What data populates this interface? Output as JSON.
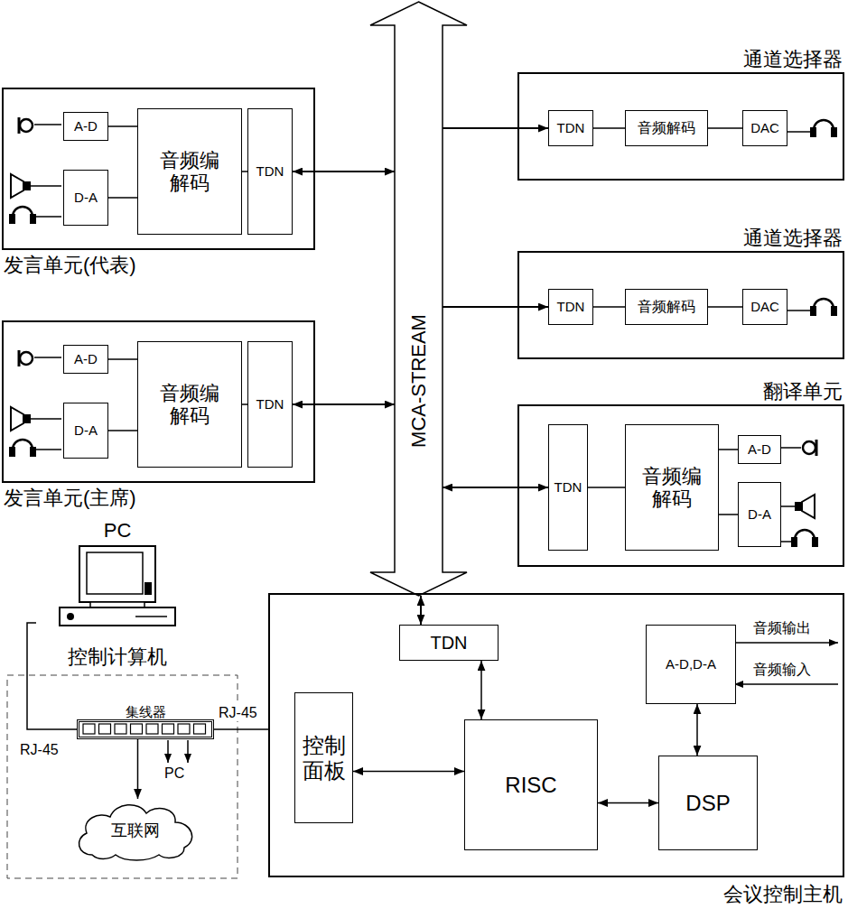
{
  "diagram": {
    "nodes": [
      {
        "text": [
          "发言单元(代表)"
        ]
      },
      {
        "text": [
          "A-D"
        ],
        "in": 0
      },
      {
        "text": [
          "D-A"
        ],
        "in": 0
      },
      {
        "text": [
          "音频编解码"
        ],
        "in": 0
      },
      {
        "text": [
          "TDN"
        ],
        "in": 0
      },
      {
        "text": [
          "发言单元(主席)"
        ]
      },
      {
        "text": [
          "A-D"
        ],
        "in": 5
      },
      {
        "text": [
          "D-A"
        ],
        "in": 5
      },
      {
        "text": [
          "音频编解码"
        ],
        "in": 5
      },
      {
        "text": [
          "TDN"
        ],
        "in": 5
      },
      {
        "text": [
          "MCA-STREAM"
        ]
      },
      {
        "text": [
          "通道选择器"
        ]
      },
      {
        "text": [
          "TDN"
        ],
        "in": 11
      },
      {
        "text": [
          "音频解码"
        ],
        "in": 11
      },
      {
        "text": [
          "DAC"
        ],
        "in": 11
      },
      {
        "text": [
          "通道选择器"
        ]
      },
      {
        "text": [
          "TDN"
        ],
        "in": 15
      },
      {
        "text": [
          "音频解码"
        ],
        "in": 15
      },
      {
        "text": [
          "DAC"
        ],
        "in": 15
      },
      {
        "text": [
          "翻译单元"
        ]
      },
      {
        "text": [
          "TDN"
        ],
        "in": 19
      },
      {
        "text": [
          "音频编解码"
        ],
        "in": 19
      },
      {
        "text": [
          "A-D"
        ],
        "in": 19
      },
      {
        "text": [
          "D-A"
        ],
        "in": 19
      },
      {
        "text": [
          "会议控制主机"
        ]
      },
      {
        "text": [
          "TDN"
        ],
        "in": 24
      },
      {
        "text": [
          "控制面板"
        ],
        "in": 24
      },
      {
        "text": [
          "RISC"
        ],
        "in": 24
      },
      {
        "text": [
          "A-D,D-A"
        ],
        "in": 24
      },
      {
        "text": [
          "DSP"
        ],
        "in": 24
      },
      {
        "text": [
          "集线器"
        ]
      },
      {
        "text": [
          "互联网"
        ]
      },
      {
        "text": [
          "PC",
          "控制计算机"
        ]
      }
    ],
    "edges": [
      {
        "from": 1,
        "to": 3,
        "arrow": "none"
      },
      {
        "from": 2,
        "to": 3,
        "arrow": "none"
      },
      {
        "from": 3,
        "to": 4,
        "arrow": "none"
      },
      {
        "from": 4,
        "to": 10,
        "arrow": "both"
      },
      {
        "from": 6,
        "to": 8,
        "arrow": "none"
      },
      {
        "from": 7,
        "to": 8,
        "arrow": "none"
      },
      {
        "from": 8,
        "to": 9,
        "arrow": "none"
      },
      {
        "from": 9,
        "to": 10,
        "arrow": "both"
      },
      {
        "from": 10,
        "to": 12,
        "arrow": "to"
      },
      {
        "from": 12,
        "to": 13,
        "arrow": "none"
      },
      {
        "from": 13,
        "to": 14,
        "arrow": "none"
      },
      {
        "from": 10,
        "to": 16,
        "arrow": "to"
      },
      {
        "from": 16,
        "to": 17,
        "arrow": "none"
      },
      {
        "from": 17,
        "to": 18,
        "arrow": "none"
      },
      {
        "from": 10,
        "to": 20,
        "arrow": "both"
      },
      {
        "from": 20,
        "to": 21,
        "arrow": "none"
      },
      {
        "from": 21,
        "to": 22,
        "arrow": "none"
      },
      {
        "from": 21,
        "to": 23,
        "arrow": "none"
      },
      {
        "from": 10,
        "to": 25,
        "arrow": "both"
      },
      {
        "from": 25,
        "to": 27,
        "arrow": "both"
      },
      {
        "from": 26,
        "to": 27,
        "arrow": "both"
      },
      {
        "from": 27,
        "to": 29,
        "arrow": "both"
      },
      {
        "from": 28,
        "to": 29,
        "arrow": "both"
      },
      {
        "from": 32,
        "to": 30,
        "arrow": "none"
      },
      {
        "from": 30,
        "to": 24,
        "arrow": "none"
      },
      {
        "from": 30,
        "to": 31,
        "arrow": "to"
      }
    ],
    "labels": [
      "音频输出",
      "音频输入",
      "RJ-45",
      "RJ-45",
      "PC"
    ]
  }
}
